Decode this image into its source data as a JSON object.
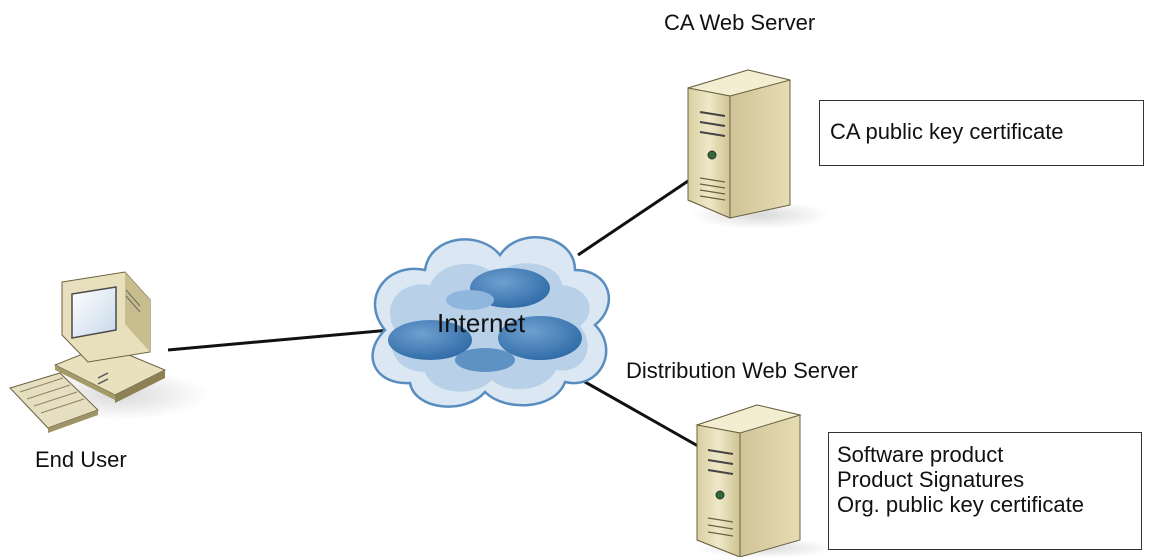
{
  "nodes": {
    "ca_server": {
      "label": "CA Web Server"
    },
    "dist_server": {
      "label": "Distribution Web Server"
    },
    "end_user": {
      "label": "End User"
    },
    "internet": {
      "label": "Internet"
    }
  },
  "boxes": {
    "ca": {
      "lines": [
        "CA public key certificate"
      ]
    },
    "dist": {
      "lines": [
        "Software product",
        "Product Signatures",
        "Org. public key certificate"
      ]
    }
  }
}
